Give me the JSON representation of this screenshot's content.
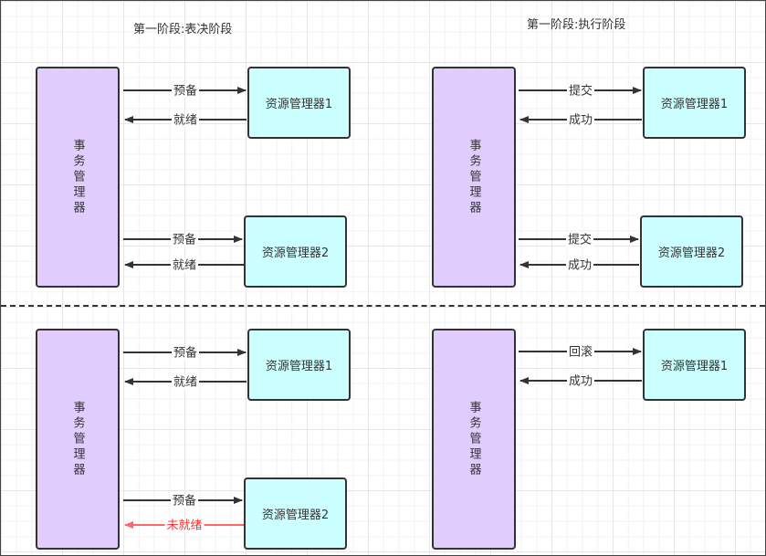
{
  "titles": {
    "top_left": "第一阶段:表决阶段",
    "top_right": "第一阶段:执行阶段"
  },
  "colors": {
    "transaction_manager_fill": "#e1ccfe",
    "resource_manager_fill": "#ccffff",
    "stroke": "#333333",
    "failure": "#ff3333"
  },
  "quadrants": [
    {
      "transaction_manager": "事务管理器",
      "flows": [
        {
          "resource": "资源管理器1",
          "request": "预备",
          "response": "就绪",
          "response_status": "ok"
        },
        {
          "resource": "资源管理器2",
          "request": "预备",
          "response": "就绪",
          "response_status": "ok"
        }
      ]
    },
    {
      "transaction_manager": "事务管理器",
      "flows": [
        {
          "resource": "资源管理器1",
          "request": "提交",
          "response": "成功",
          "response_status": "ok"
        },
        {
          "resource": "资源管理器2",
          "request": "提交",
          "response": "成功",
          "response_status": "ok"
        }
      ]
    },
    {
      "transaction_manager": "事务管理器",
      "flows": [
        {
          "resource": "资源管理器1",
          "request": "预备",
          "response": "就绪",
          "response_status": "ok"
        },
        {
          "resource": "资源管理器2",
          "request": "预备",
          "response": "未就绪",
          "response_status": "fail"
        }
      ]
    },
    {
      "transaction_manager": "事务管理器",
      "flows": [
        {
          "resource": "资源管理器1",
          "request": "回滚",
          "response": "成功",
          "response_status": "ok"
        }
      ]
    }
  ]
}
